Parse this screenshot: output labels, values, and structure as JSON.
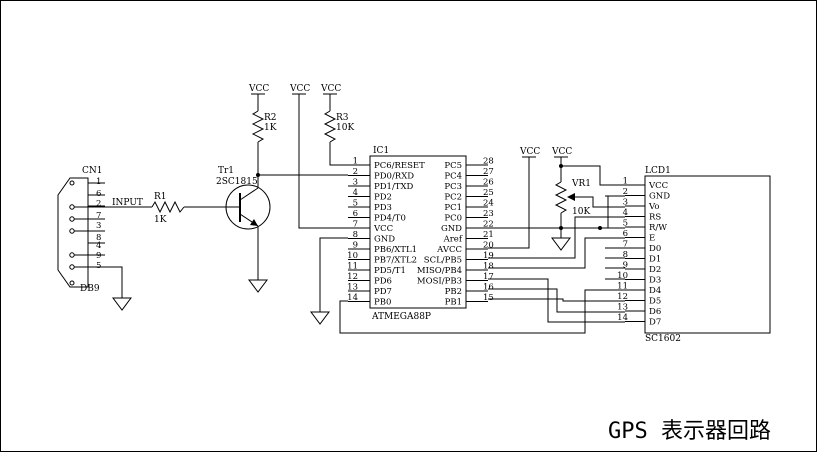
{
  "title": "GPS 表示器回路",
  "vcc": "VCC",
  "connector": {
    "ref": "CN1",
    "name": "DB9",
    "pins": [
      "1",
      "6",
      "2",
      "7",
      "3",
      "8",
      "4",
      "9",
      "5"
    ],
    "signal": "INPUT"
  },
  "r1": {
    "ref": "R1",
    "value": "1K"
  },
  "r2": {
    "ref": "R2",
    "value": "1K"
  },
  "r3": {
    "ref": "R3",
    "value": "10K"
  },
  "tr1": {
    "ref": "Tr1",
    "part": "2SC1815"
  },
  "vr1": {
    "ref": "VR1",
    "value": "10K"
  },
  "ic1": {
    "ref": "IC1",
    "part": "ATMEGA88P",
    "left_pins": [
      {
        "num": "1",
        "name": "PC6/RESET"
      },
      {
        "num": "2",
        "name": "PD0/RXD"
      },
      {
        "num": "3",
        "name": "PD1/TXD"
      },
      {
        "num": "4",
        "name": "PD2"
      },
      {
        "num": "5",
        "name": "PD3"
      },
      {
        "num": "6",
        "name": "PD4/T0"
      },
      {
        "num": "7",
        "name": "VCC"
      },
      {
        "num": "8",
        "name": "GND"
      },
      {
        "num": "9",
        "name": "PB6/XTL1"
      },
      {
        "num": "10",
        "name": "PB7/XTL2"
      },
      {
        "num": "11",
        "name": "PD5/T1"
      },
      {
        "num": "12",
        "name": "PD6"
      },
      {
        "num": "13",
        "name": "PD7"
      },
      {
        "num": "14",
        "name": "PB0"
      }
    ],
    "right_pins": [
      {
        "num": "28",
        "name": "PC5"
      },
      {
        "num": "27",
        "name": "PC4"
      },
      {
        "num": "26",
        "name": "PC3"
      },
      {
        "num": "25",
        "name": "PC2"
      },
      {
        "num": "24",
        "name": "PC1"
      },
      {
        "num": "23",
        "name": "PC0"
      },
      {
        "num": "22",
        "name": "GND"
      },
      {
        "num": "21",
        "name": "Aref"
      },
      {
        "num": "20",
        "name": "AVCC"
      },
      {
        "num": "19",
        "name": "SCL/PB5"
      },
      {
        "num": "18",
        "name": "MISO/PB4"
      },
      {
        "num": "17",
        "name": "MOSI/PB3"
      },
      {
        "num": "16",
        "name": "PB2"
      },
      {
        "num": "15",
        "name": "PB1"
      }
    ]
  },
  "lcd1": {
    "ref": "LCD1",
    "part": "SC1602",
    "pins": [
      {
        "num": "1",
        "name": "VCC"
      },
      {
        "num": "2",
        "name": "GND"
      },
      {
        "num": "3",
        "name": "Vo"
      },
      {
        "num": "4",
        "name": "RS"
      },
      {
        "num": "5",
        "name": "R/W"
      },
      {
        "num": "6",
        "name": "E"
      },
      {
        "num": "7",
        "name": "D0"
      },
      {
        "num": "8",
        "name": "D1"
      },
      {
        "num": "9",
        "name": "D2"
      },
      {
        "num": "10",
        "name": "D3"
      },
      {
        "num": "11",
        "name": "D4"
      },
      {
        "num": "12",
        "name": "D5"
      },
      {
        "num": "13",
        "name": "D6"
      },
      {
        "num": "14",
        "name": "D7"
      }
    ]
  }
}
